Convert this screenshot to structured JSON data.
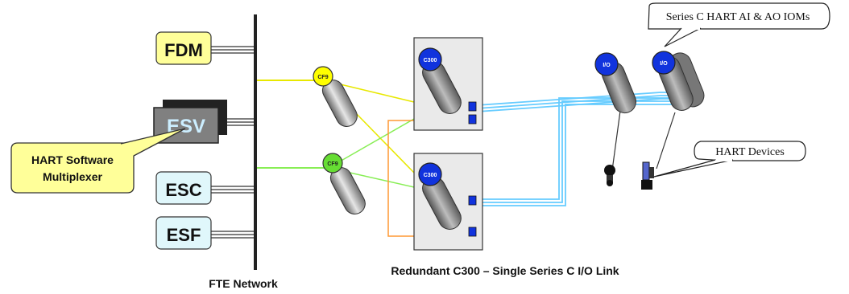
{
  "nodes": {
    "fdm": "FDM",
    "esv": "ESV",
    "esc": "ESC",
    "esf": "ESF"
  },
  "callouts": {
    "hart_multiplexer_line1": "HART Software",
    "hart_multiplexer_line2": "Multiplexer",
    "series_c_ioms": "Series C HART AI & AO IOMs",
    "hart_devices": "HART Devices"
  },
  "devices": {
    "cf9_top": "CF9",
    "cf9_bottom": "CF9",
    "c300_top": "C300",
    "c300_bottom": "C300",
    "io_left": "I/O",
    "io_right": "I/O"
  },
  "captions": {
    "fte_network": "FTE Network",
    "redundant_link": "Redundant C300 – Single Series C I/O Link"
  },
  "colors": {
    "fdm_fill": "#ffff99",
    "esv_fill": "#808080",
    "esv_text": "#cceeff",
    "esc_fill": "#e0f7fb",
    "callout_yellow": "#ffff99",
    "cf9_top_cap": "#ffff00",
    "cf9_bottom_cap": "#66dd33",
    "controller_cap": "#1133dd",
    "yellow_link": "#e8e800",
    "green_link": "#88ee55",
    "orange_link": "#ff9933",
    "io_link": "#66ccff"
  }
}
